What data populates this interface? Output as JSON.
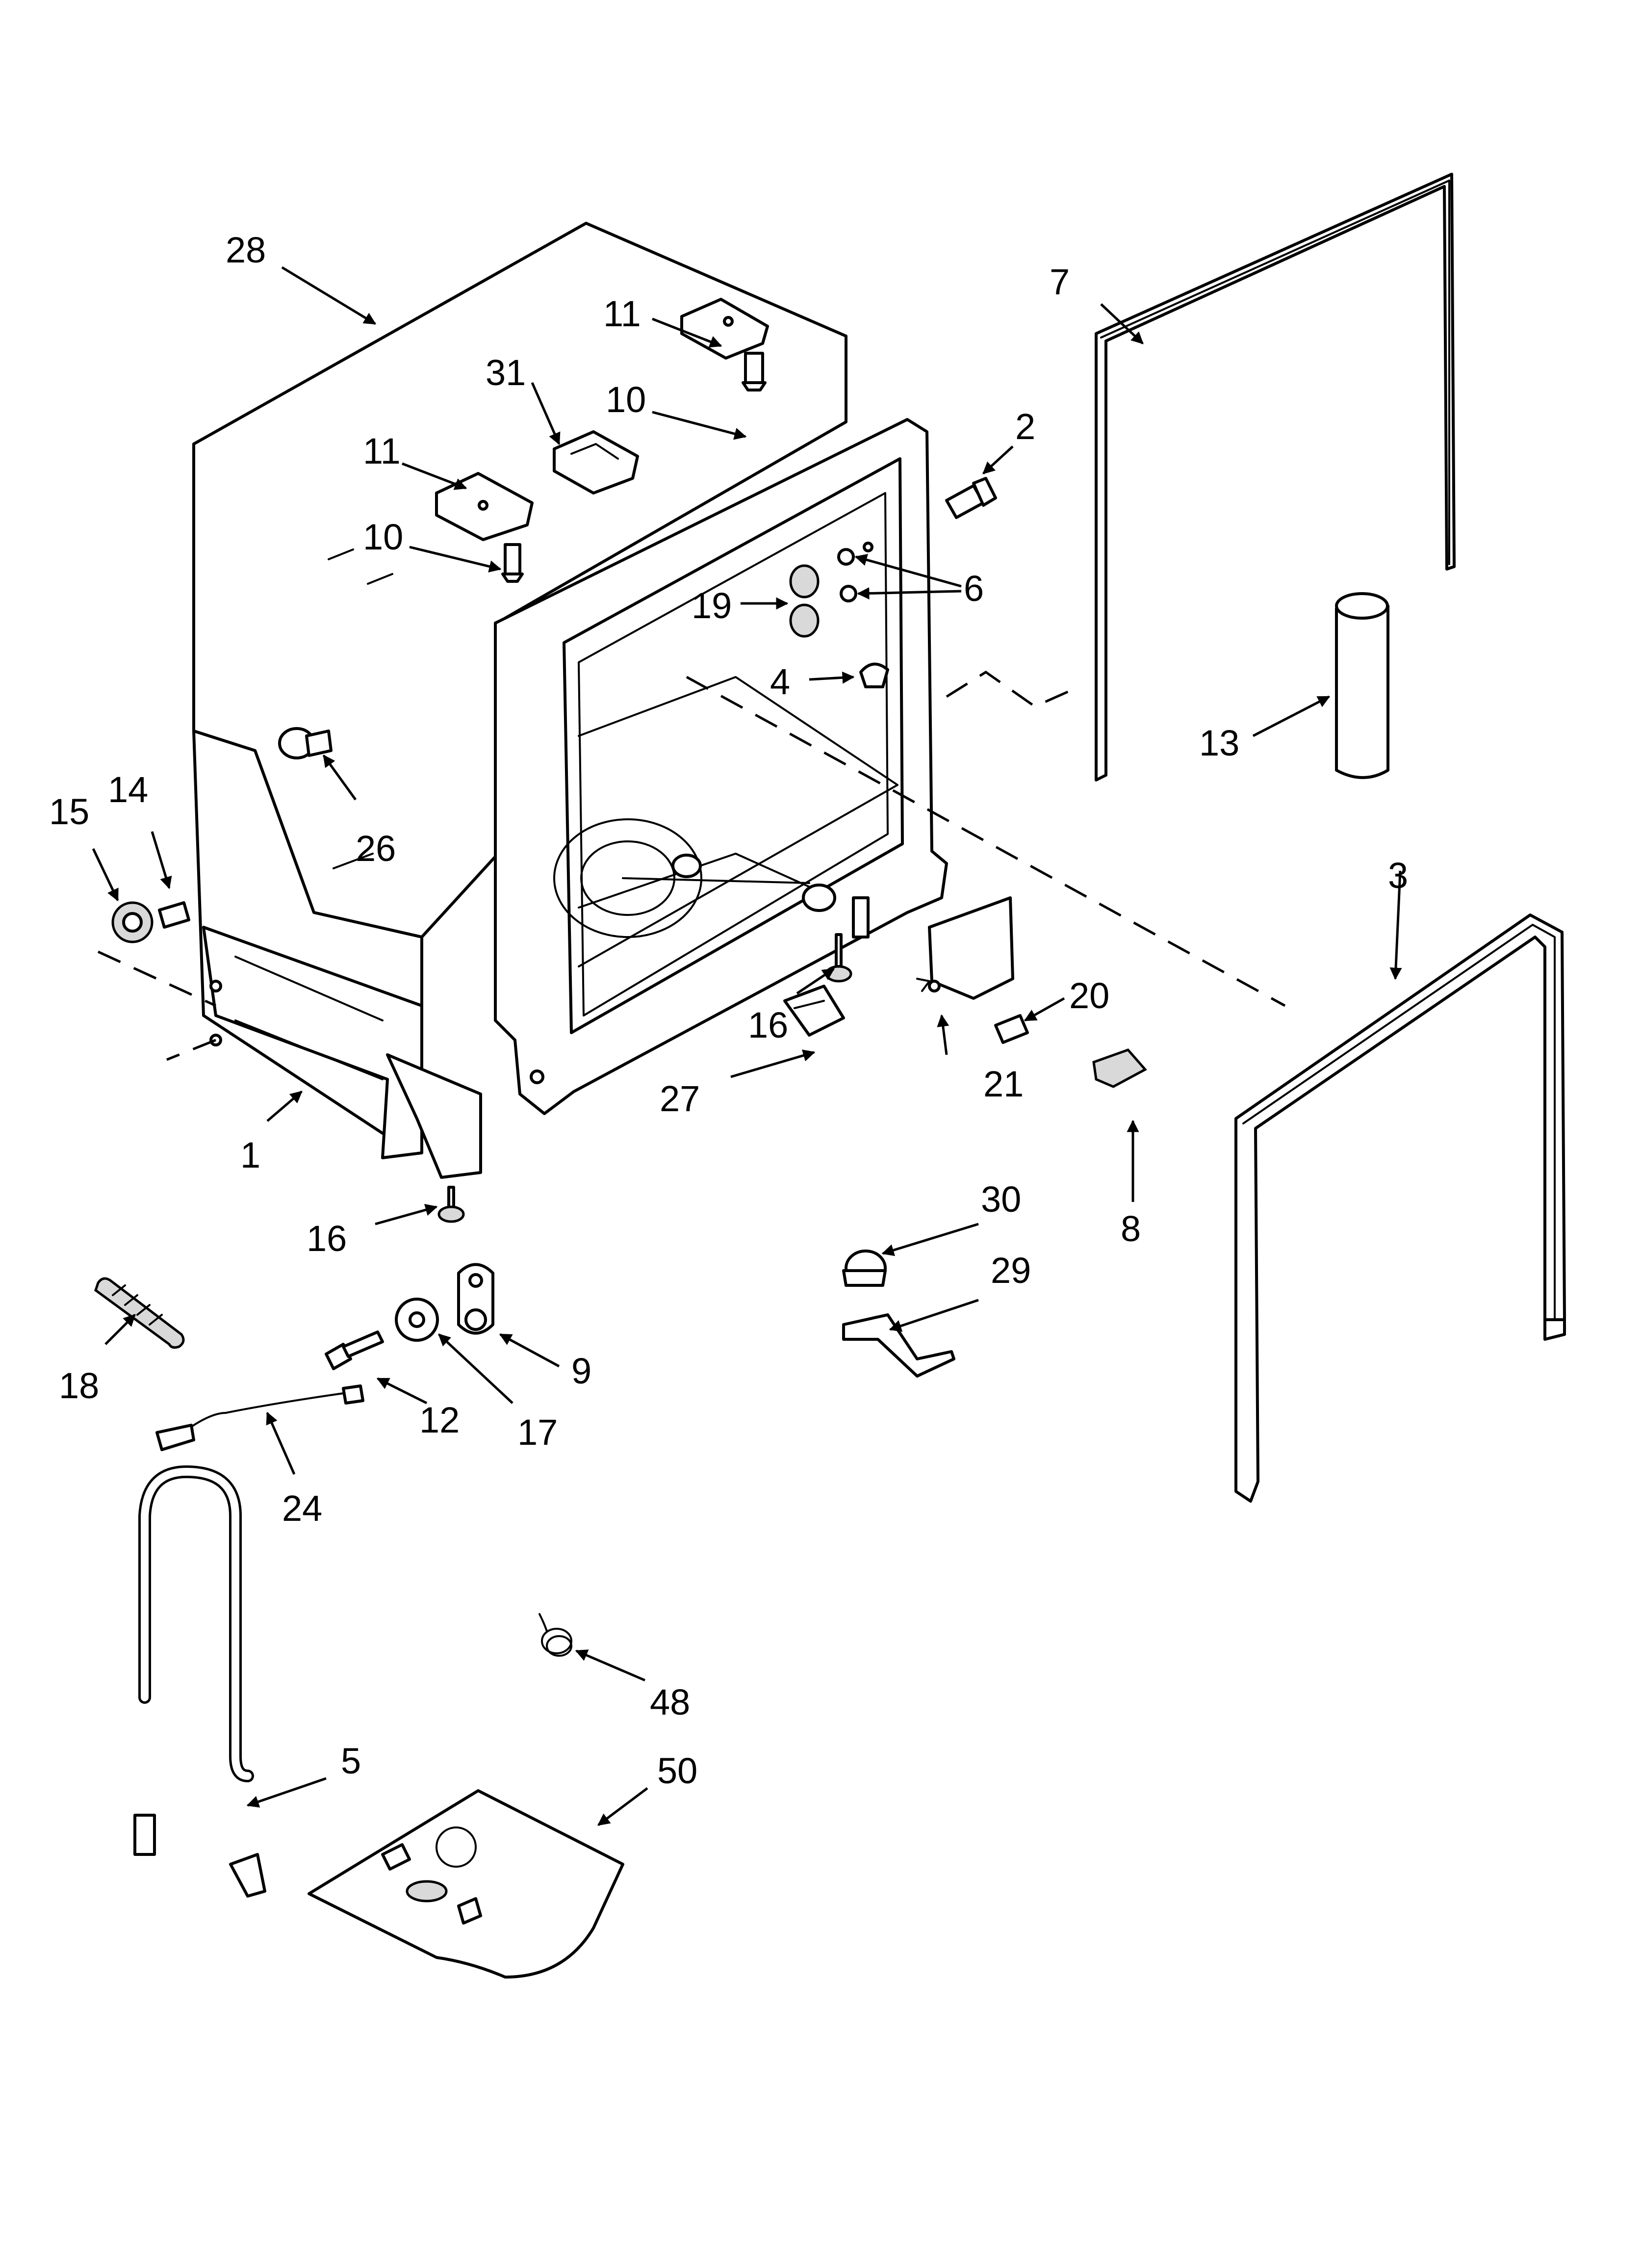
{
  "callouts": {
    "c1": "1",
    "c2": "2",
    "c3": "3",
    "c4": "4",
    "c5": "5",
    "c6": "6",
    "c7": "7",
    "c8": "8",
    "c9": "9",
    "c10a": "10",
    "c10b": "10",
    "c11a": "11",
    "c11b": "11",
    "c12": "12",
    "c13": "13",
    "c14": "14",
    "c15": "15",
    "c16a": "16",
    "c16b": "16",
    "c17": "17",
    "c18": "18",
    "c19": "19",
    "c20": "20",
    "c21": "21",
    "c24": "24",
    "c26": "26",
    "c27": "27",
    "c28": "28",
    "c29": "29",
    "c30": "30",
    "c31": "31",
    "c48": "48",
    "c50": "50"
  },
  "colors": {
    "line": "#000000",
    "background": "#ffffff",
    "shade": "#d9d9d9"
  }
}
